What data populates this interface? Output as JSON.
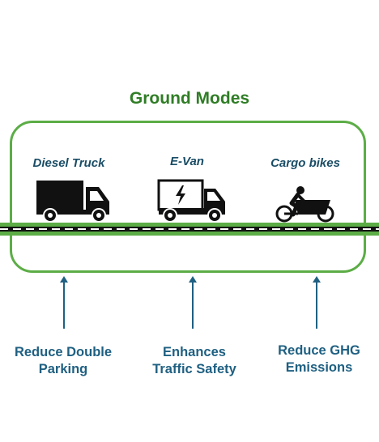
{
  "title": "Ground Modes",
  "vehicles": [
    {
      "label": "Diesel Truck",
      "icon": "truck-icon"
    },
    {
      "label": "E-Van",
      "icon": "electric-van-icon"
    },
    {
      "label": "Cargo bikes",
      "icon": "cargo-bike-icon"
    }
  ],
  "benefits": [
    {
      "line1": "Reduce Double",
      "line2": "Parking"
    },
    {
      "line1": "Enhances",
      "line2": "Traffic Safety"
    },
    {
      "line1": "Reduce GHG",
      "line2": "Emissions"
    }
  ],
  "colors": {
    "title": "#2f7d25",
    "frame": "#5cad46",
    "vehicle_label": "#1a4d66",
    "benefit_text": "#1f6082",
    "arrow": "#1f6082",
    "road_green": "#5cad46",
    "road_dash": "#111111"
  }
}
